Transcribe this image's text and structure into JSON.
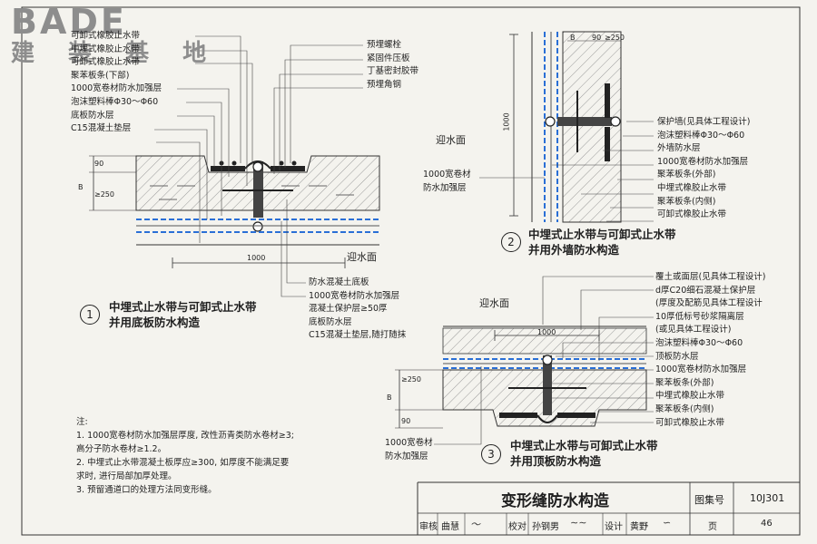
{
  "logo": {
    "brand": "BADE",
    "subtitle": "建 装 基 地"
  },
  "diagram1": {
    "labels_top": [
      "可卸式橡胶止水带",
      "中埋式橡胶止水带",
      "可卸式橡胶止水带",
      "聚苯板条(下部)",
      "1000宽卷材防水加强层",
      "泡沫塑料棒Φ30～Φ60",
      "底板防水层",
      "C15混凝土垫层"
    ],
    "labels_right": [
      "预埋螺栓",
      "紧固件压板",
      "丁基密封胶带",
      "预埋角钢"
    ],
    "labels_bottom": [
      "防水混凝土底板",
      "1000宽卷材防水加强层",
      "混凝土保护层≥50厚",
      "底板防水层",
      "C15混凝土垫层,随打随抹"
    ],
    "dims": {
      "a": "90",
      "b": "B",
      "c": "≥250",
      "width": "1000"
    },
    "water_face": "迎水面",
    "number": "1",
    "caption": [
      "中埋式止水带与可卸式止水带",
      "并用底板防水构造"
    ]
  },
  "diagram2": {
    "labels_right": [
      "保护墙(见具体工程设计)",
      "泡沫塑料棒Φ30～Φ60",
      "外墙防水层",
      "1000宽卷材防水加强层",
      "聚苯板条(外部)",
      "中埋式橡胶止水带",
      "聚苯板条(内侧)",
      "可卸式橡胶止水带"
    ],
    "water_face": "迎水面",
    "left_label": [
      "1000宽卷材",
      "防水加强层"
    ],
    "dims": {
      "width": "1000",
      "b": "B",
      "a": "90",
      "c": "≥250"
    },
    "number": "2",
    "caption": [
      "中埋式止水带与可卸式止水带",
      "并用外墙防水构造"
    ]
  },
  "diagram3": {
    "labels_right": [
      "覆土或面层(见具体工程设计)",
      "d厚C20细石混凝土保护层",
      "(厚度及配筋见具体工程设计",
      "10厚低标号砂浆隔离层",
      "(或见具体工程设计)",
      "泡沫塑料棒Φ30～Φ60",
      "顶板防水层",
      "1000宽卷材防水加强层",
      "聚苯板条(外部)",
      "中埋式橡胶止水带",
      "聚苯板条(内侧)",
      "可卸式橡胶止水带"
    ],
    "water_face": "迎水面",
    "left_label": [
      "1000宽卷材",
      "防水加强层"
    ],
    "dims": {
      "width": "1000",
      "c": "≥250",
      "b": "B",
      "a": "90"
    },
    "number": "3",
    "caption": [
      "中埋式止水带与可卸式止水带",
      "并用顶板防水构造"
    ]
  },
  "notes": {
    "title": "注:",
    "items": [
      "1. 1000宽卷材防水加强层厚度, 改性沥青类防水卷材≥3;",
      "    高分子防水卷材≥1.2。",
      "2. 中埋式止水带混凝土板厚应≥300, 如厚度不能满足要",
      "    求时, 进行局部加厚处理。",
      "3. 预留通道口的处理方法同变形缝。"
    ]
  },
  "titleblock": {
    "title": "变形缝防水构造",
    "atlas_label": "图集号",
    "atlas_no": "10J301",
    "review_label": "审核",
    "reviewer": "曲慧",
    "check_label": "校对",
    "checker": "孙钢男",
    "design_label": "设计",
    "designer": "黄野",
    "page_label": "页",
    "page_no": "46"
  },
  "colors": {
    "line": "#222222",
    "waterproof": "#2a6fd6",
    "hatch": "#9a9a9a"
  }
}
